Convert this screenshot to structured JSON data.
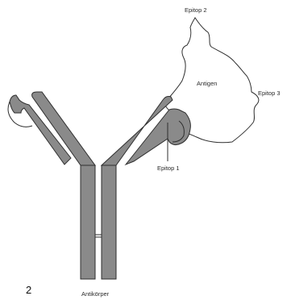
{
  "labels": {
    "epitop_2": "Epitop 2",
    "antigen": "Antigen",
    "epitop_3": "Epitop 3",
    "epitop_1": "Epitop 1",
    "antikoerper": "Antikörper"
  },
  "page_number": "2",
  "colors": {
    "antibody_fill": "#8a8a8a",
    "outline": "#2e2e2e",
    "background": "#ffffff"
  }
}
